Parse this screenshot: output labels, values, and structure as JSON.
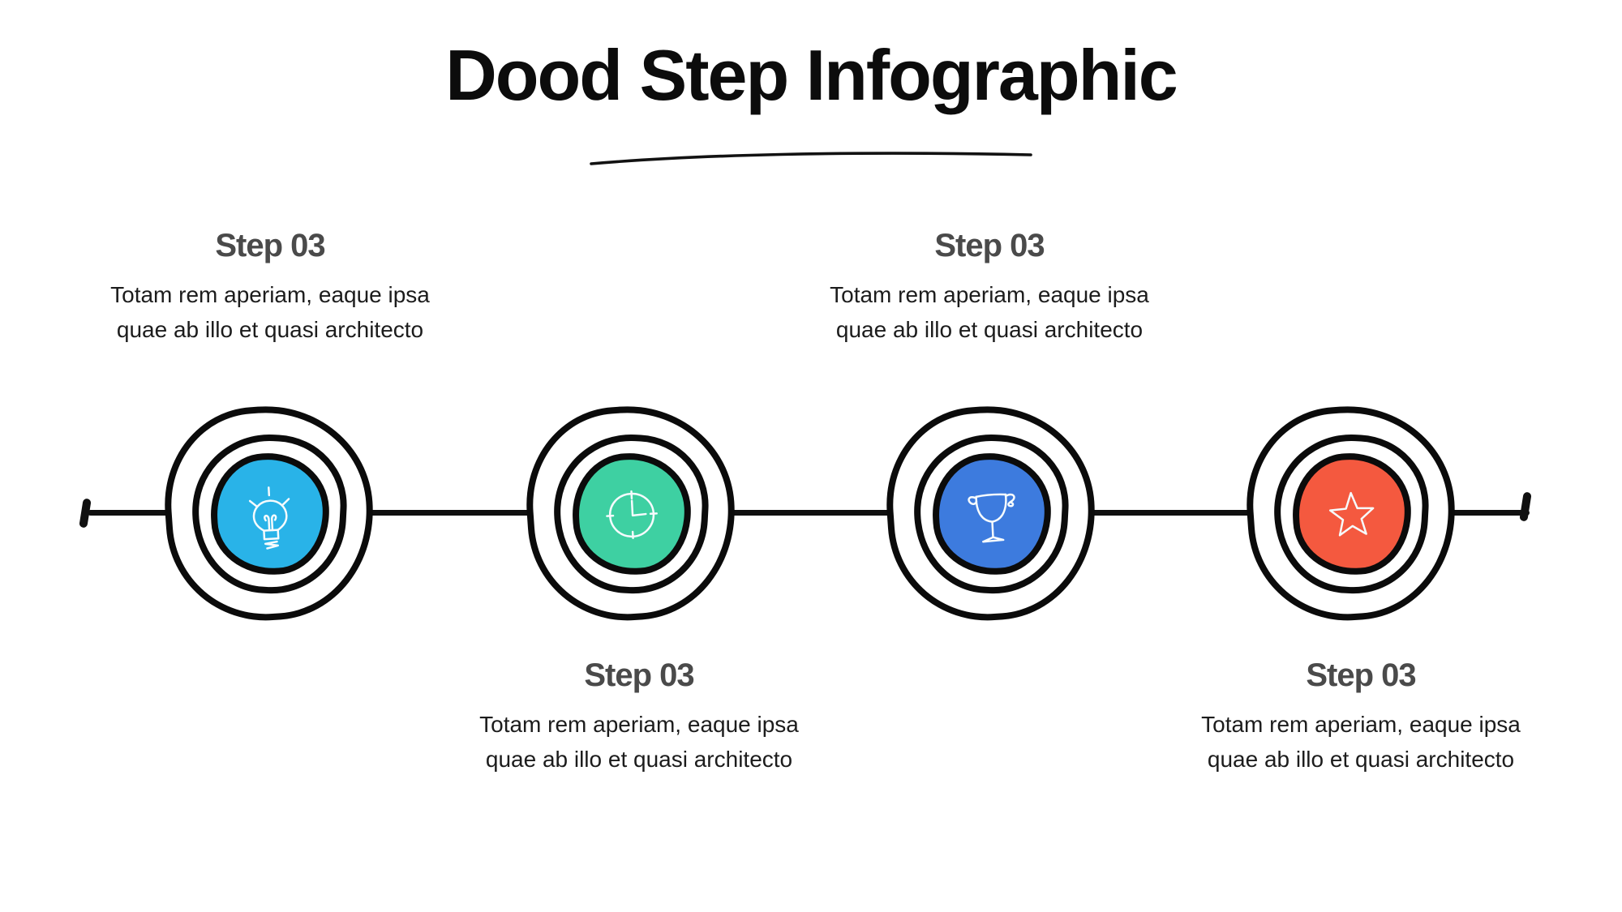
{
  "title": {
    "text": "Dood Step Infographic"
  },
  "timeline": {
    "line_color": "#101010",
    "ring_color": "#0b0b0b"
  },
  "steps": [
    {
      "heading": "Step 03",
      "body_line1": "Totam rem aperiam, eaque ipsa",
      "body_line2": "quae ab illo et quasi architecto",
      "icon": "lightbulb-icon",
      "color": "#29B3E8",
      "label_position": "above"
    },
    {
      "heading": "Step 03",
      "body_line1": "Totam rem aperiam, eaque ipsa",
      "body_line2": "quae ab illo et quasi architecto",
      "icon": "clock-icon",
      "color": "#3ED0A2",
      "label_position": "below"
    },
    {
      "heading": "Step 03",
      "body_line1": "Totam rem aperiam, eaque ipsa",
      "body_line2": "quae ab illo et quasi architecto",
      "icon": "trophy-icon",
      "color": "#3D7BDE",
      "label_position": "above"
    },
    {
      "heading": "Step 03",
      "body_line1": "Totam rem aperiam, eaque ipsa",
      "body_line2": "quae ab illo et quasi architecto",
      "icon": "star-icon",
      "color": "#F4593F",
      "label_position": "below"
    }
  ]
}
